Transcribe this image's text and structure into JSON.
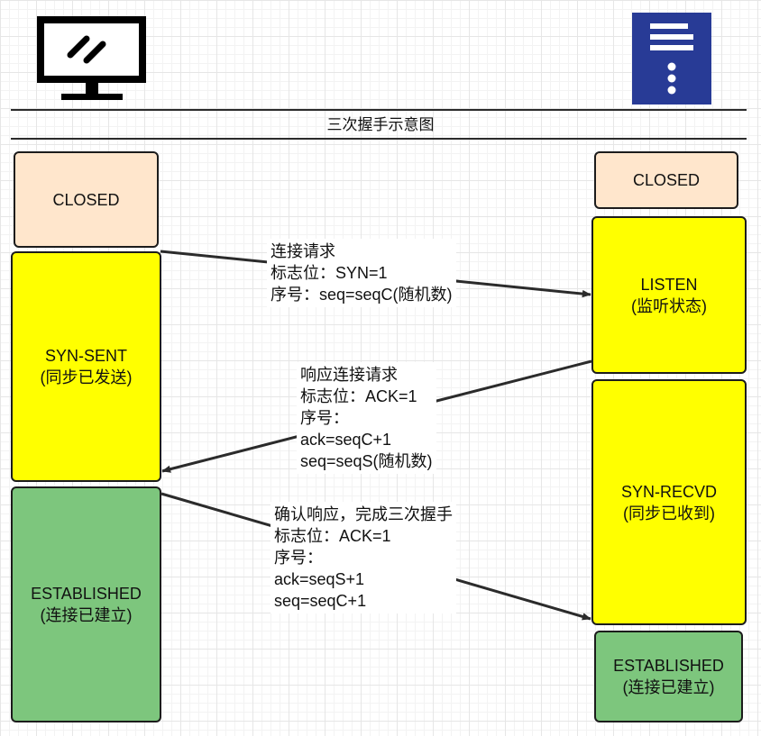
{
  "title": "三次握手示意图",
  "icons": {
    "client": "monitor-icon",
    "server": "server-icon"
  },
  "colors": {
    "closed_fill": "#ffe6cc",
    "sent_fill": "#ffff00",
    "established_fill": "#7dc67d",
    "server_tower": "#283b96"
  },
  "client_states": {
    "closed": {
      "label": "CLOSED"
    },
    "syn_sent": {
      "label": "SYN-SENT",
      "sub": "(同步已发送)"
    },
    "established": {
      "label": "ESTABLISHED",
      "sub": "(连接已建立)"
    }
  },
  "server_states": {
    "closed": {
      "label": "CLOSED"
    },
    "listen": {
      "label": "LISTEN",
      "sub": "(监听状态)"
    },
    "syn_recvd": {
      "label": "SYN-RECVD",
      "sub": "(同步已收到)"
    },
    "established": {
      "label": "ESTABLISHED",
      "sub": "(连接已建立)"
    }
  },
  "messages": {
    "syn": {
      "lines": [
        "连接请求",
        "标志位：SYN=1",
        "序号：seq=seqC(随机数)"
      ]
    },
    "syn_ack": {
      "lines": [
        "响应连接请求",
        "标志位：ACK=1",
        "序号：",
        "ack=seqC+1",
        "seq=seqS(随机数)"
      ]
    },
    "ack": {
      "lines": [
        "确认响应，完成三次握手",
        "标志位：ACK=1",
        "序号：",
        "ack=seqS+1",
        "seq=seqC+1"
      ]
    }
  }
}
